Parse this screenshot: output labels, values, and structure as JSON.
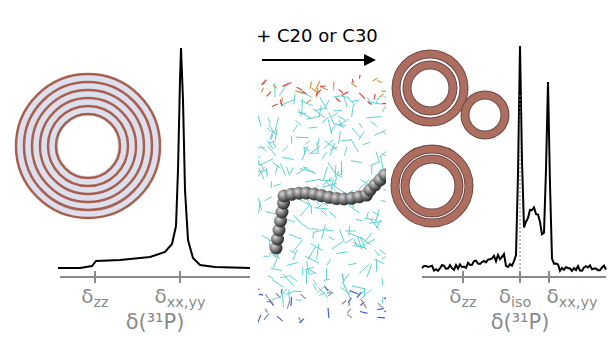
{
  "diagram": {
    "labels": [
      "+ C20 or C30",
      "δzz",
      "δxx,yy",
      "δ(³¹P)",
      "δzz",
      "δiso",
      "δxx,yy",
      "δ(³¹P)"
    ]
  }
}
